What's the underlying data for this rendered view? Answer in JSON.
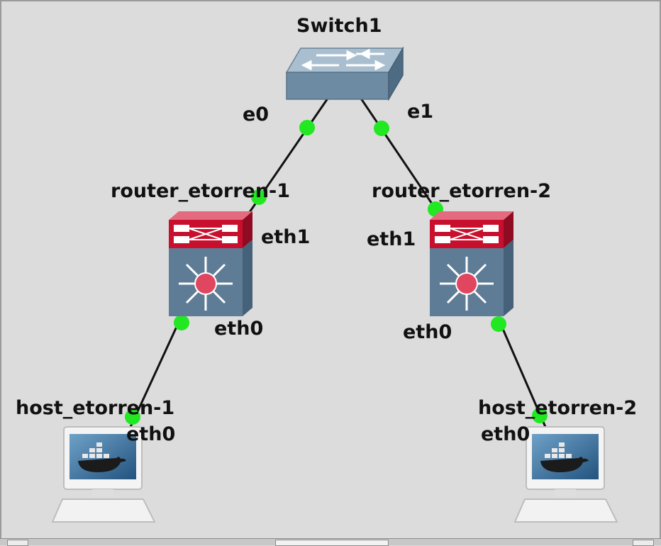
{
  "nodes": {
    "switch": {
      "label": "Switch1"
    },
    "router1": {
      "label": "router_etorren-1"
    },
    "router2": {
      "label": "router_etorren-2"
    },
    "host1": {
      "label": "host_etorren-1"
    },
    "host2": {
      "label": "host_etorren-2"
    }
  },
  "ports": {
    "switch_e0": "e0",
    "switch_e1": "e1",
    "router1_eth1": "eth1",
    "router1_eth0": "eth0",
    "router2_eth1": "eth1",
    "router2_eth0": "eth0",
    "host1_eth0": "eth0",
    "host2_eth0": "eth0"
  },
  "colors": {
    "canvas_bg": "#dcdcdc",
    "link": "#111111",
    "port_up": "#22e822",
    "router_top": "#c8102e",
    "device_body": "#5f7c96"
  },
  "icons": {
    "switch": "ethernet-switch-icon",
    "router": "multilayer-router-icon",
    "host": "docker-host-computer-icon"
  }
}
